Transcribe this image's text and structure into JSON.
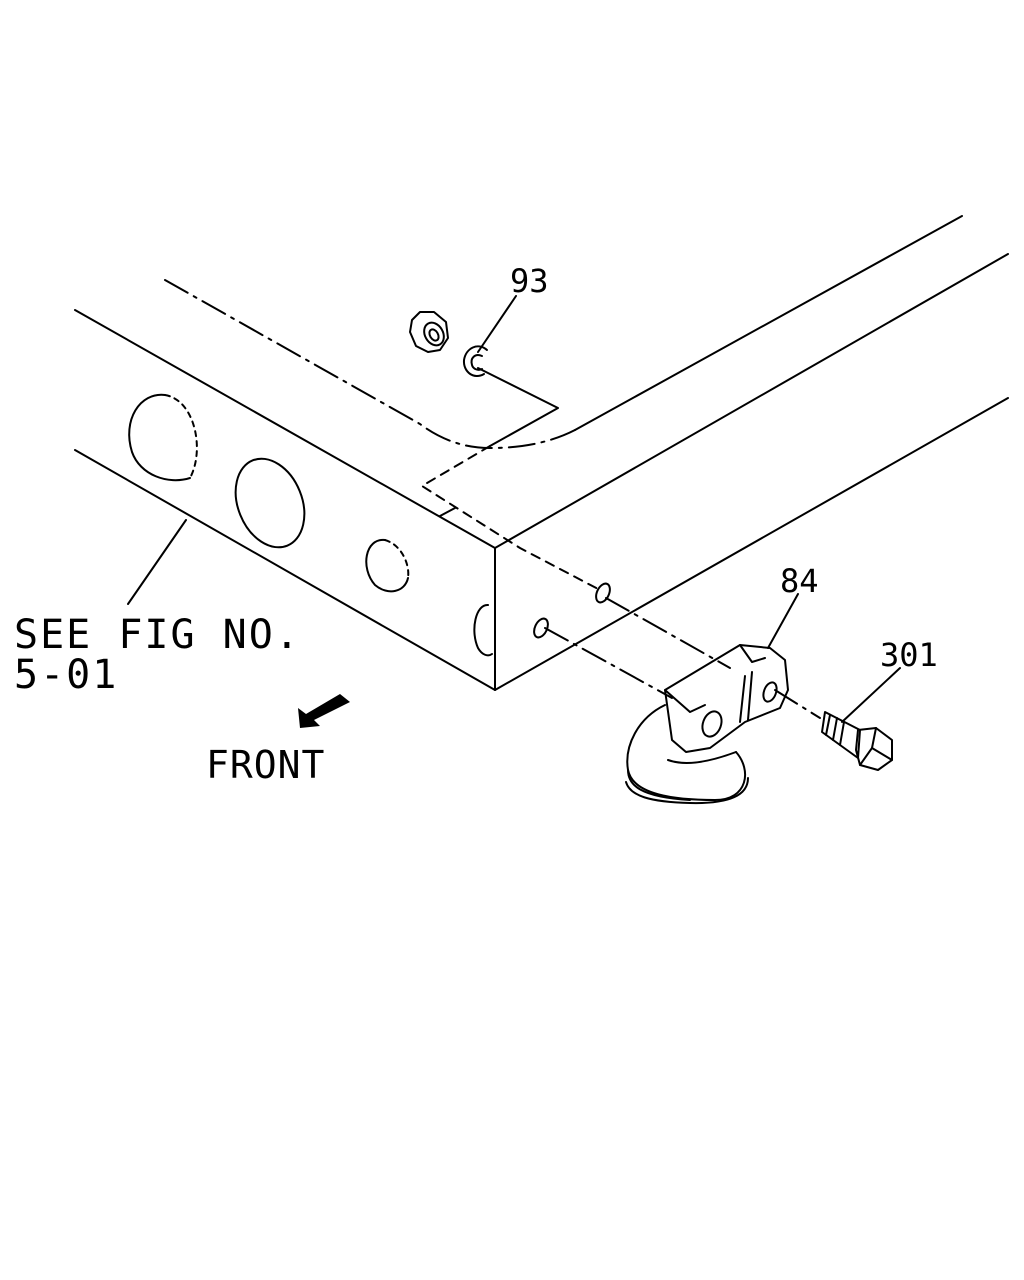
{
  "diagram": {
    "callouts": {
      "nut_washer": "93",
      "tow_hook": "84",
      "bolt": "301"
    },
    "reference_note": {
      "line1": "SEE FIG NO.",
      "line2": "5-01"
    },
    "direction_label": "FRONT"
  }
}
